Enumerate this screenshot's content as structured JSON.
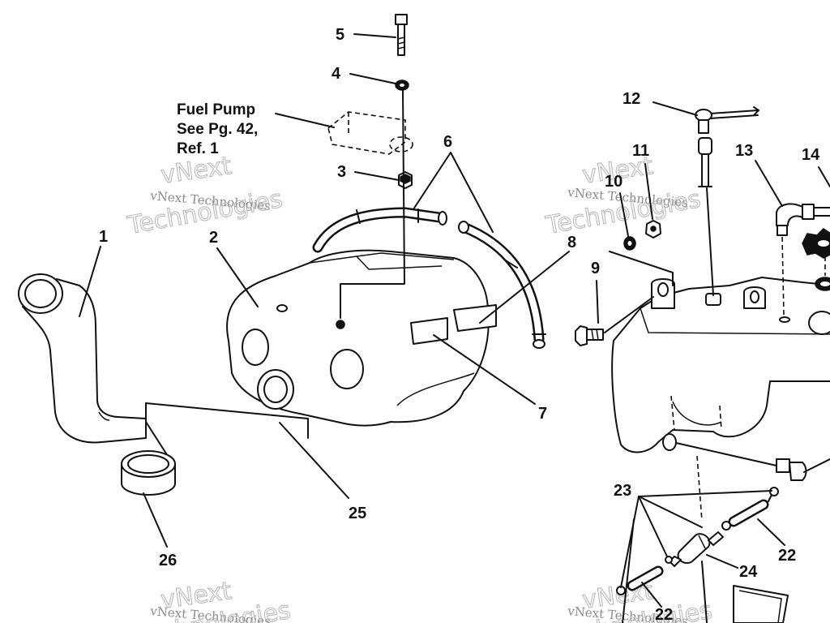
{
  "callouts": {
    "part_1": "1",
    "part_2": "2",
    "part_3": "3",
    "part_4": "4",
    "part_5": "5",
    "part_6": "6",
    "part_7": "7",
    "part_8": "8",
    "part_9": "9",
    "part_10": "10",
    "part_11": "11",
    "part_12": "12",
    "part_13": "13",
    "part_14": "14",
    "part_22_right": "22",
    "part_22_bottom": "22",
    "part_23": "23",
    "part_24": "24",
    "part_25": "25",
    "part_26": "26"
  },
  "fuel_pump_note": {
    "line1": "Fuel Pump",
    "line2": "See Pg. 42,",
    "line3": "Ref. 1"
  },
  "watermark": {
    "brand": "vNext",
    "full": "vNext Technologies",
    "word": "Technologies"
  }
}
